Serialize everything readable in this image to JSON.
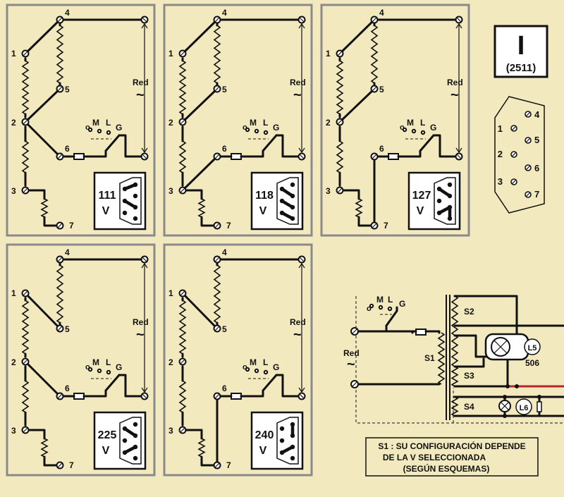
{
  "panels": [
    {
      "voltage_number": "111",
      "unit": "V"
    },
    {
      "voltage_number": "118",
      "unit": "V"
    },
    {
      "voltage_number": "127",
      "unit": "V"
    },
    {
      "voltage_number": "225",
      "unit": "V"
    },
    {
      "voltage_number": "240",
      "unit": "V"
    }
  ],
  "labels": {
    "terminals": [
      "1",
      "2",
      "3",
      "4",
      "5",
      "6",
      "7"
    ],
    "switch": {
      "m": "M",
      "l": "L",
      "g": "G",
      "o": "o"
    },
    "network": "Red",
    "ac_symbol": "~"
  },
  "badge": {
    "numeral": "I",
    "code": "(2511)"
  },
  "connector": {
    "left_pins": [
      "1",
      "2",
      "3"
    ],
    "right_pins": [
      "4",
      "5",
      "6",
      "7"
    ]
  },
  "circuit": {
    "s1": "S1",
    "s2": "S2",
    "s3": "S3",
    "s4": "S4",
    "lamp5": "L5",
    "lamp5_value": "506",
    "lamp6": "L6",
    "switch_m": "M",
    "switch_l": "L",
    "switch_g": "G",
    "switch_o": "o",
    "network": "Red",
    "ac_symbol": "~"
  },
  "note": {
    "line1": "S1 : SU CONFIGURACIÓN DEPENDE",
    "line2": "DE LA V SELECCIONADA",
    "line3": "(SEGÚN ESQUEMAS)"
  }
}
